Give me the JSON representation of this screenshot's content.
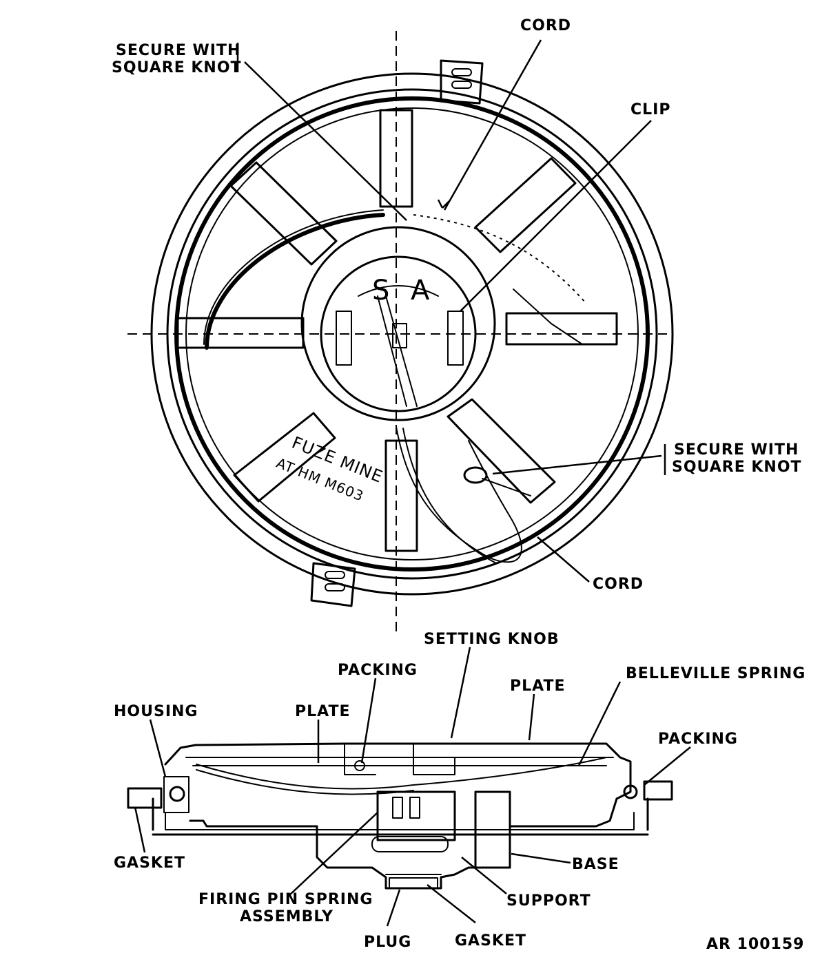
{
  "top_view": {
    "labels": {
      "cord_top": "CORD",
      "secure_top_1": "SECURE WITH",
      "secure_top_2": "SQUARE KNOT",
      "clip": "CLIP",
      "secure_right_1": "SECURE WITH",
      "secure_right_2": "SQUARE KNOT",
      "cord_bottom": "CORD"
    },
    "dial": {
      "safe": "S",
      "armed": "A"
    },
    "marking": {
      "line1": "FUZE MINE",
      "line2": "AT HM M603"
    }
  },
  "section_view": {
    "labels": {
      "setting_knob": "SETTING KNOB",
      "packing_top": "PACKING",
      "plate_right": "PLATE",
      "belleville_spring": "BELLEVILLE SPRING",
      "housing": "HOUSING",
      "plate_left": "PLATE",
      "packing_right": "PACKING",
      "gasket_left": "GASKET",
      "base": "BASE",
      "firing_pin_1": "FIRING PIN SPRING",
      "firing_pin_2": "ASSEMBLY",
      "support": "SUPPORT",
      "plug": "PLUG",
      "gasket_bottom": "GASKET"
    }
  },
  "figure_id": "AR 100159"
}
